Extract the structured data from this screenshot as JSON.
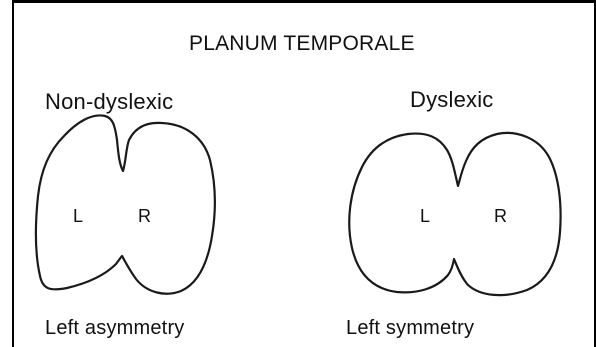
{
  "title": "PLANUM TEMPORALE",
  "groups": [
    {
      "name": "Non-dyslexic",
      "left_label": "L",
      "right_label": "R",
      "caption": "Left asymmetry"
    },
    {
      "name": "Dyslexic",
      "left_label": "L",
      "right_label": "R",
      "caption": "Left symmetry"
    }
  ]
}
